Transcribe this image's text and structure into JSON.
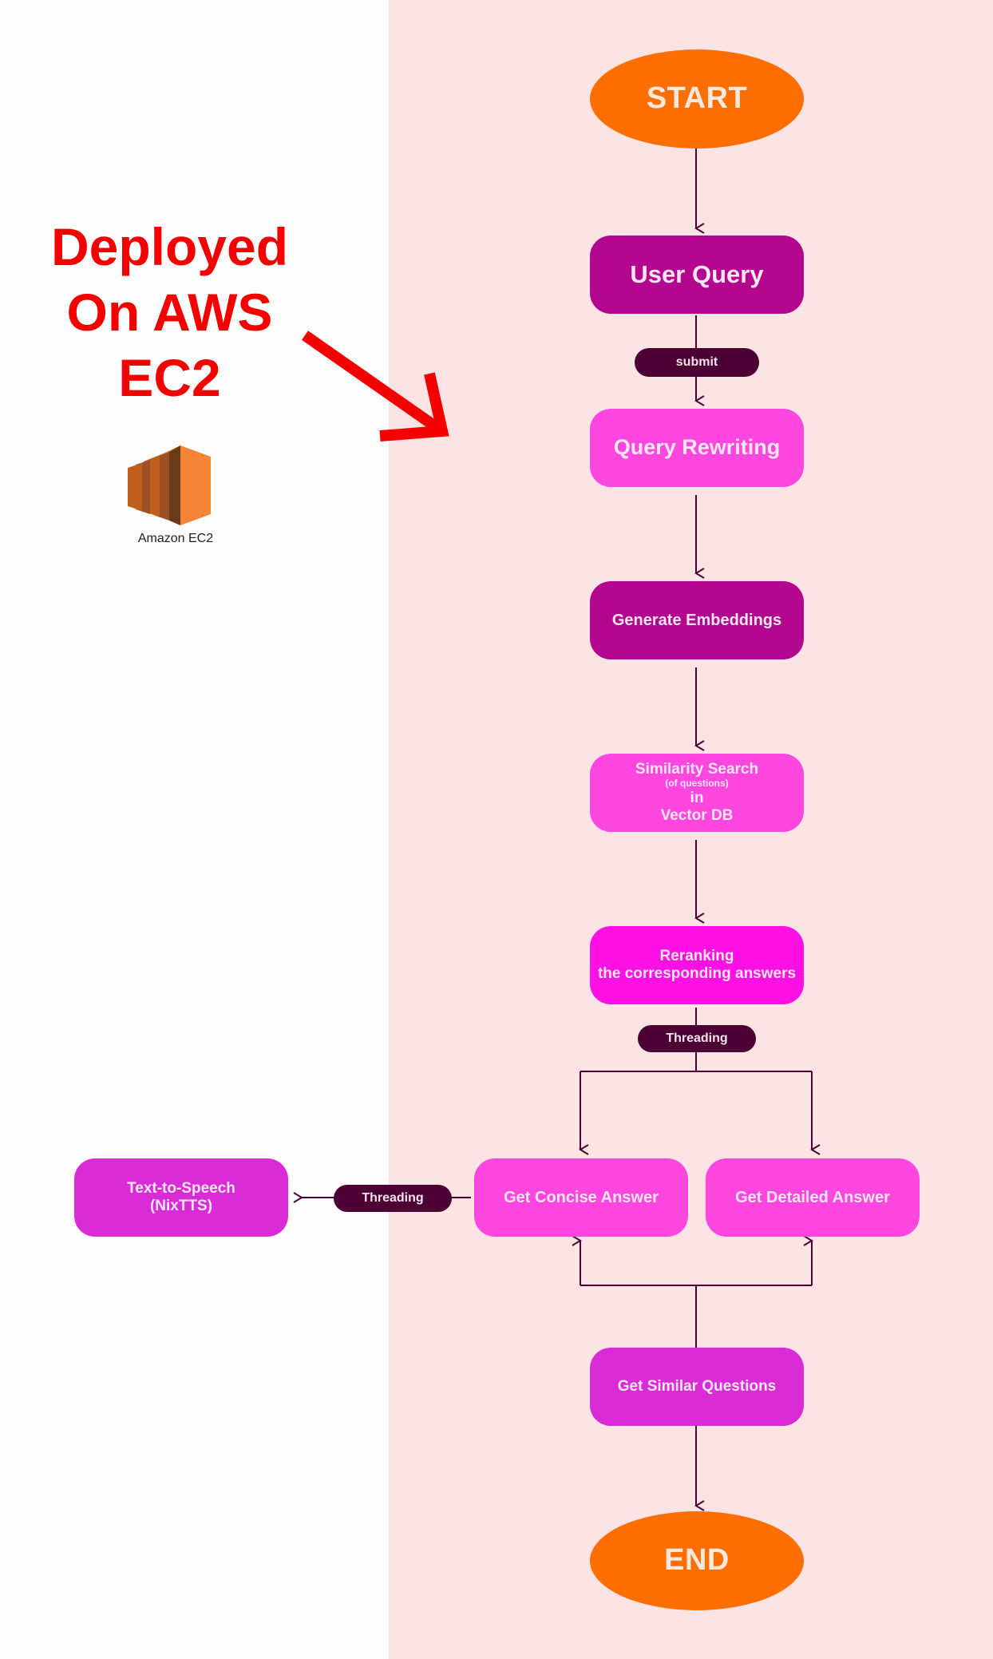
{
  "annotation": {
    "line1": "Deployed",
    "line2": "On AWS",
    "line3": "EC2",
    "color": "#f40000"
  },
  "logo": {
    "label": "Amazon EC2",
    "icon": "amazon-ec2-icon"
  },
  "flow": {
    "start": "START",
    "user_query": "User Query",
    "submit_label": "submit",
    "query_rewriting": "Query Rewriting",
    "generate_embeddings": "Generate Embeddings",
    "similarity_search": {
      "title": "Similarity Search",
      "sub": "(of questions)",
      "line2": "in",
      "line3": "Vector DB"
    },
    "reranking": {
      "line1": "Reranking",
      "line2": "the corresponding answers"
    },
    "threading_label": "Threading",
    "concise_answer": "Get Concise Answer",
    "detailed_answer": "Get Detailed Answer",
    "tts_threading_label": "Threading",
    "tts": {
      "line1": "Text-to-Speech",
      "line2": "(NixTTS)"
    },
    "similar_questions": "Get Similar Questions",
    "end": "END"
  },
  "colors": {
    "terminal": "#ff6e00",
    "dark_magenta": "#b3078f",
    "pink": "#ff47e0",
    "bright_magenta": "#ff10e4",
    "purple": "#d92bd6",
    "connector": "#4c0034",
    "panel": "#fce4e4"
  }
}
